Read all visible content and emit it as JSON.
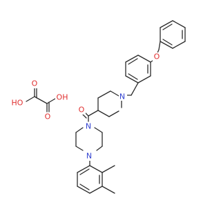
{
  "structure": {
    "colors": {
      "bond": "#2a2a2a",
      "oxygen": "#e03030",
      "nitrogen": "#2f3fd0"
    },
    "atoms": {
      "o_ether": "O",
      "o_carbonyl": "O",
      "n_piperidine": "N",
      "n_piperazine_top": "N",
      "n_piperazine_bottom": "N",
      "oxalic_o_carbonyl_top": "O",
      "oxalic_o_carbonyl_bottom": "O",
      "oxalic_oh_left": "HO",
      "oxalic_oh_right": "OH"
    }
  }
}
